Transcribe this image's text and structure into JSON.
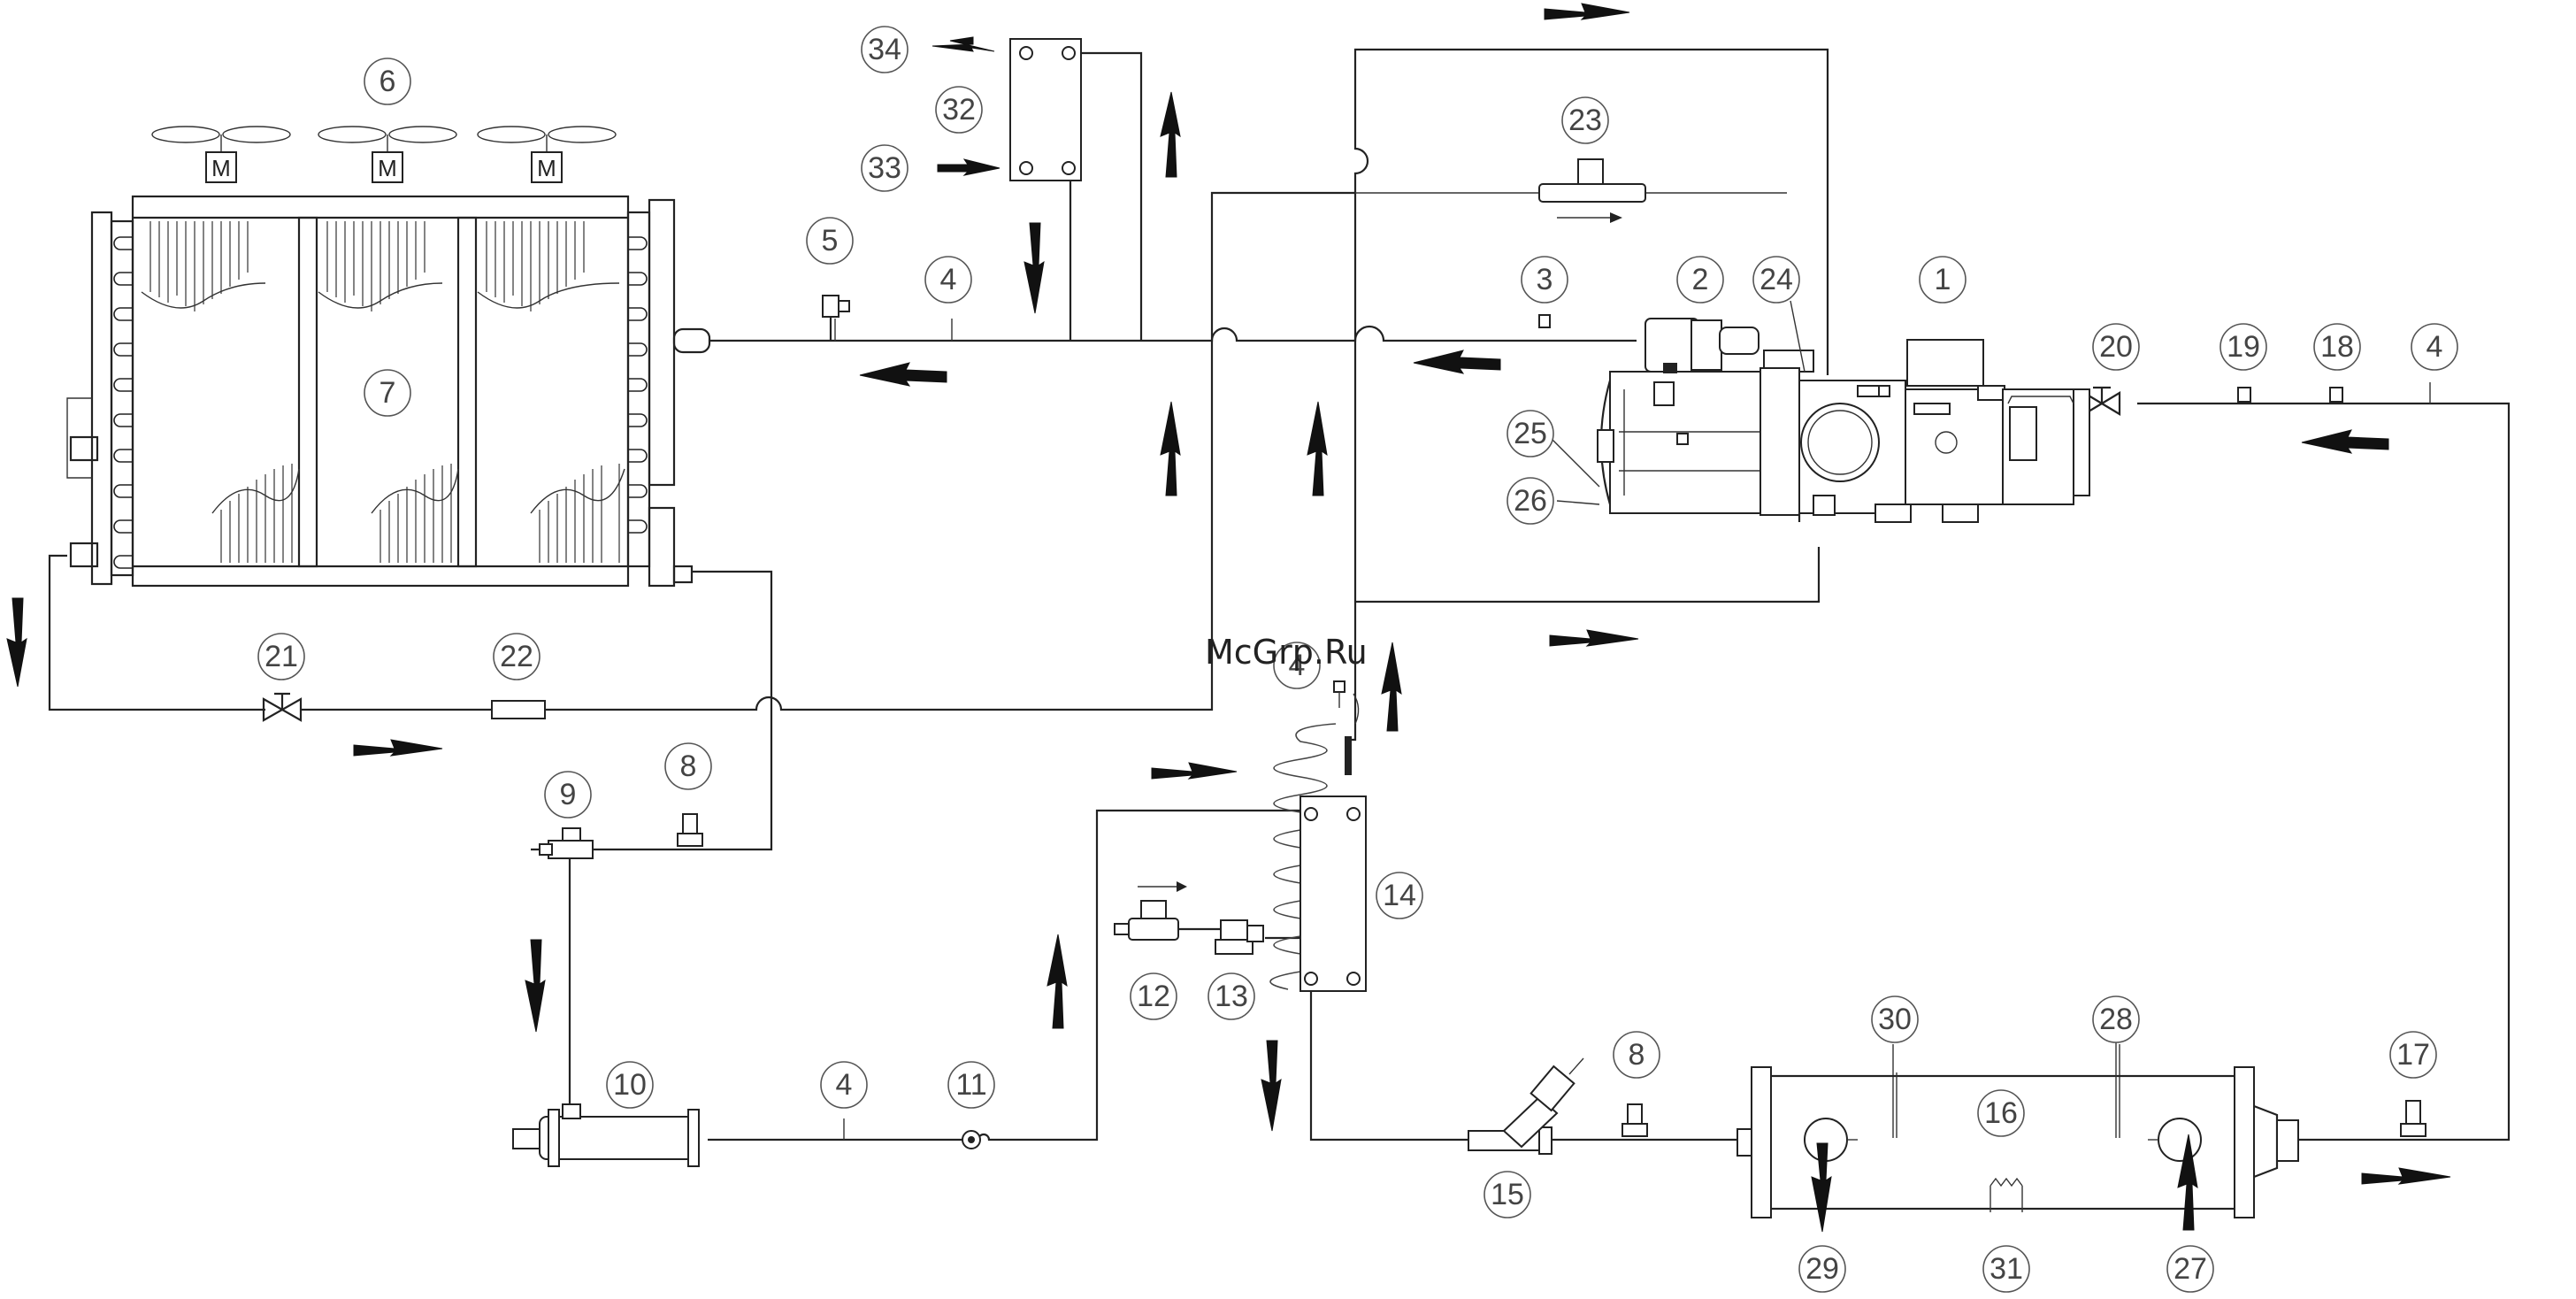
{
  "watermark": "McGrp.Ru",
  "motor_label": "M",
  "callouts": [
    {
      "id": "c1",
      "label": "1"
    },
    {
      "id": "c2",
      "label": "2"
    },
    {
      "id": "c3",
      "label": "3"
    },
    {
      "id": "c4a",
      "label": "4"
    },
    {
      "id": "c4b",
      "label": "4"
    },
    {
      "id": "c4c",
      "label": "4"
    },
    {
      "id": "c4d",
      "label": "4"
    },
    {
      "id": "c5",
      "label": "5"
    },
    {
      "id": "c6",
      "label": "6"
    },
    {
      "id": "c7",
      "label": "7"
    },
    {
      "id": "c8a",
      "label": "8"
    },
    {
      "id": "c8b",
      "label": "8"
    },
    {
      "id": "c9",
      "label": "9"
    },
    {
      "id": "c10",
      "label": "10"
    },
    {
      "id": "c11",
      "label": "11"
    },
    {
      "id": "c12",
      "label": "12"
    },
    {
      "id": "c13",
      "label": "13"
    },
    {
      "id": "c14",
      "label": "14"
    },
    {
      "id": "c15",
      "label": "15"
    },
    {
      "id": "c16",
      "label": "16"
    },
    {
      "id": "c17",
      "label": "17"
    },
    {
      "id": "c18",
      "label": "18"
    },
    {
      "id": "c19",
      "label": "19"
    },
    {
      "id": "c20",
      "label": "20"
    },
    {
      "id": "c21",
      "label": "21"
    },
    {
      "id": "c22",
      "label": "22"
    },
    {
      "id": "c23",
      "label": "23"
    },
    {
      "id": "c24",
      "label": "24"
    },
    {
      "id": "c25",
      "label": "25"
    },
    {
      "id": "c26",
      "label": "26"
    },
    {
      "id": "c27",
      "label": "27"
    },
    {
      "id": "c28",
      "label": "28"
    },
    {
      "id": "c29",
      "label": "29"
    },
    {
      "id": "c30",
      "label": "30"
    },
    {
      "id": "c31",
      "label": "31"
    },
    {
      "id": "c32",
      "label": "32"
    },
    {
      "id": "c33",
      "label": "33"
    },
    {
      "id": "c34",
      "label": "34"
    }
  ]
}
